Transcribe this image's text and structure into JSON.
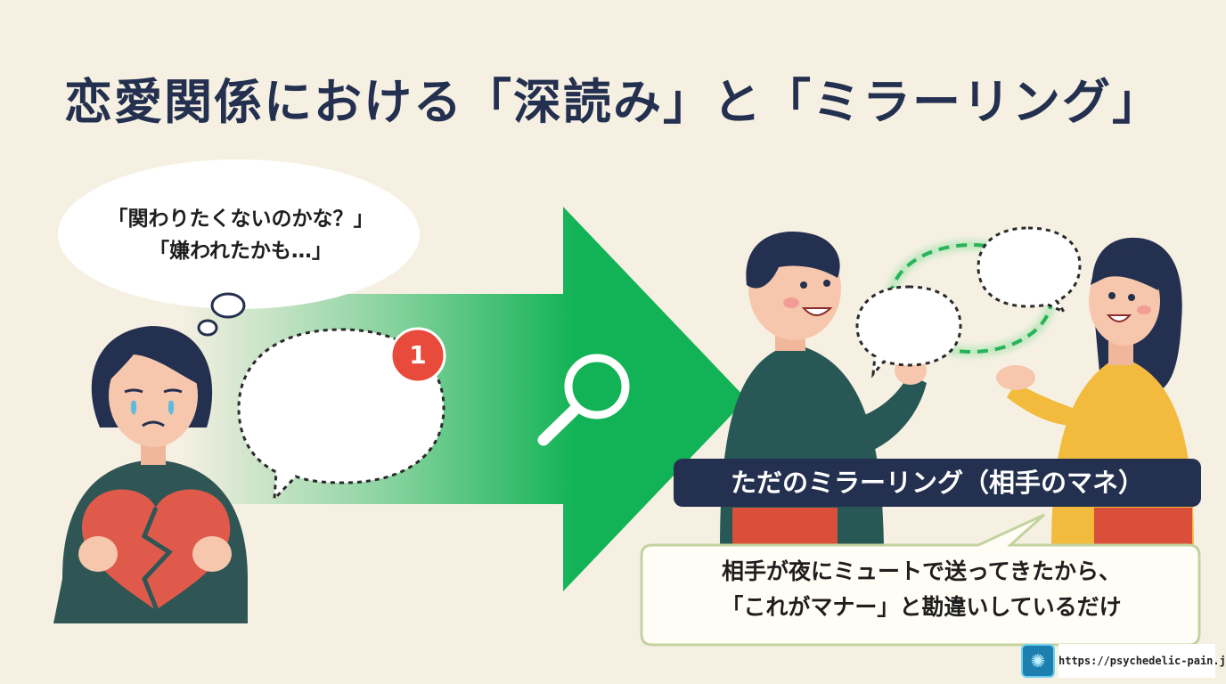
{
  "title": "恋愛関係における「深読み」と「ミラーリング」",
  "thought": {
    "line1": "「関わりたくないのかな？」",
    "line2": "「嫌われたかも…」"
  },
  "notification": {
    "count": "1"
  },
  "mirroring_label": "ただのミラーリング（相手のマネ）",
  "explanation": {
    "line1": "相手が夜にミュートで送ってきたから、",
    "line2": "「これがマナー」と勘違いしているだけ"
  },
  "footer": {
    "url": "https://psychedelic-pain.jp/"
  },
  "colors": {
    "background": "#f6f0e3",
    "title": "#24304f",
    "arrow": "#12b356",
    "badge": "#e84a3c",
    "label_bar": "#24304f",
    "callout_border": "#c3d3a0",
    "heart": "#e05a4c"
  },
  "icons": [
    "magnifier-icon",
    "broken-heart-icon",
    "notification-badge-icon",
    "site-logo-icon"
  ]
}
